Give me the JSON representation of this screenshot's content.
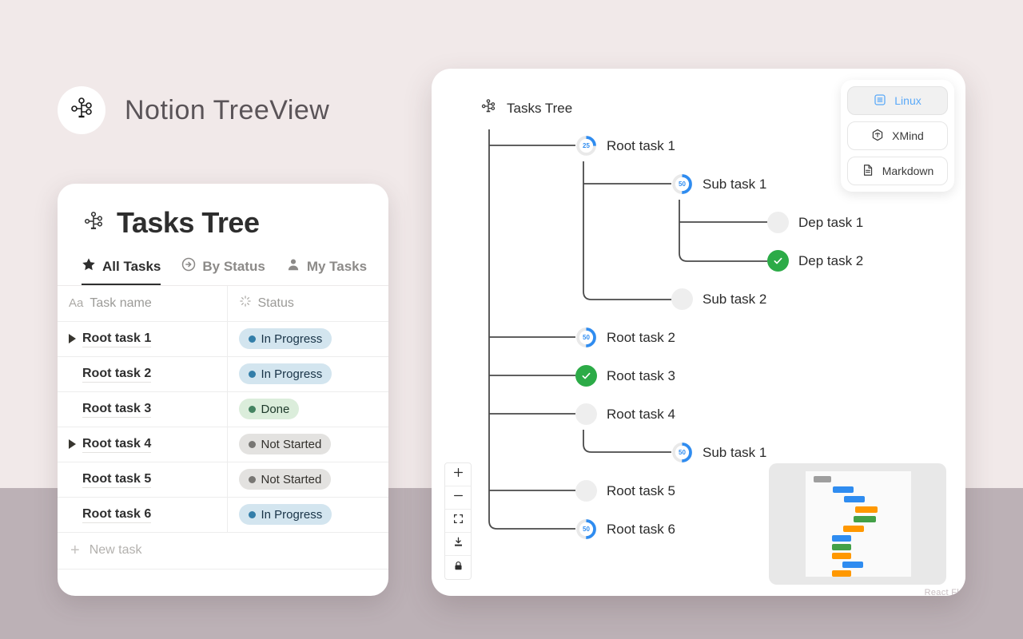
{
  "brand": {
    "title": "Notion TreeView",
    "logo_icon": "tree-node-icon"
  },
  "notion_card": {
    "title": "Tasks Tree",
    "title_icon": "tree-node-icon",
    "tabs": [
      {
        "label": "All Tasks",
        "icon": "star-icon",
        "active": true
      },
      {
        "label": "By Status",
        "icon": "arrow-circle-right-icon",
        "active": false
      },
      {
        "label": "My Tasks",
        "icon": "person-icon",
        "active": false
      }
    ],
    "columns": [
      {
        "label": "Task name",
        "icon": "text-aa-icon"
      },
      {
        "label": "Status",
        "icon": "spinner-icon"
      }
    ],
    "rows": [
      {
        "name": "Root task 1",
        "status": "In Progress",
        "status_color": "blue",
        "expandable": true
      },
      {
        "name": "Root task 2",
        "status": "In Progress",
        "status_color": "blue",
        "expandable": false
      },
      {
        "name": "Root task 3",
        "status": "Done",
        "status_color": "green",
        "expandable": false
      },
      {
        "name": "Root task 4",
        "status": "Not Started",
        "status_color": "gray",
        "expandable": true
      },
      {
        "name": "Root task 5",
        "status": "Not Started",
        "status_color": "gray",
        "expandable": false
      },
      {
        "name": "Root task 6",
        "status": "In Progress",
        "status_color": "blue",
        "expandable": false
      }
    ],
    "new_task_label": "New task"
  },
  "tree_panel": {
    "root_label": "Tasks Tree",
    "root_icon": "tree-node-icon",
    "nodes": [
      {
        "label": "Root task 1",
        "state": "progress",
        "percent": "25"
      },
      {
        "label": "Sub task 1",
        "state": "progress",
        "percent": "50"
      },
      {
        "label": "Dep task 1",
        "state": "empty",
        "percent": ""
      },
      {
        "label": "Dep task 2",
        "state": "done",
        "percent": ""
      },
      {
        "label": "Sub task 2",
        "state": "empty",
        "percent": ""
      },
      {
        "label": "Root task 2",
        "state": "progress",
        "percent": "50"
      },
      {
        "label": "Root task 3",
        "state": "done",
        "percent": ""
      },
      {
        "label": "Root task 4",
        "state": "empty",
        "percent": ""
      },
      {
        "label": "Sub task 1",
        "state": "progress",
        "percent": "50"
      },
      {
        "label": "Root task 5",
        "state": "empty",
        "percent": ""
      },
      {
        "label": "Root task 6",
        "state": "progress",
        "percent": "50"
      }
    ],
    "export_buttons": [
      {
        "label": "Linux",
        "icon": "list-box-icon",
        "active": true
      },
      {
        "label": "XMind",
        "icon": "xmind-icon",
        "active": false
      },
      {
        "label": "Markdown",
        "icon": "document-icon",
        "active": false
      }
    ],
    "zoom_toolbar": [
      {
        "icon": "plus-icon"
      },
      {
        "icon": "minus-icon"
      },
      {
        "icon": "fit-view-icon"
      },
      {
        "icon": "download-icon"
      },
      {
        "icon": "lock-icon"
      }
    ],
    "watermark": "React Fl"
  },
  "colors": {
    "bg_top": "#f1e9e9",
    "bg_bottom": "#bcb1b6",
    "accent_blue": "#2f8cf0",
    "accent_green": "#2cab47",
    "link_blue": "#5aa9f8",
    "pill_blue_bg": "#d3e5ef",
    "pill_blue_dot": "#337ea9",
    "pill_green_bg": "#dbeddb",
    "pill_green_dot": "#448361",
    "pill_gray_bg": "#e3e2e0",
    "pill_gray_dot": "#787774"
  }
}
